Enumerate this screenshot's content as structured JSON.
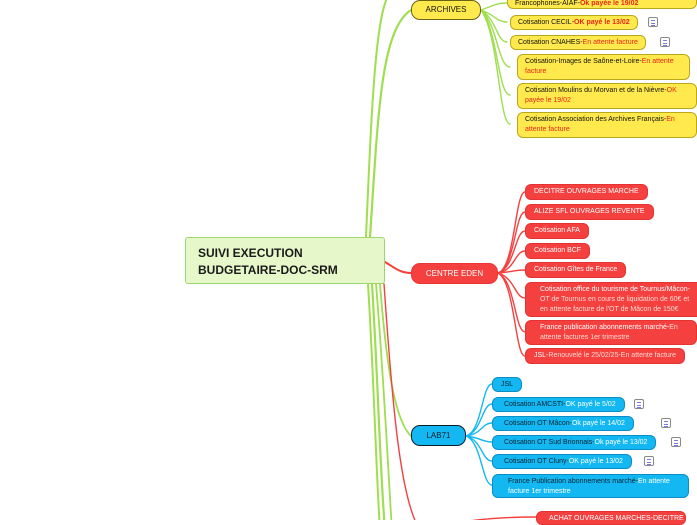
{
  "central_topic": "SUIVI EXECUTION BUDGETAIRE-DOC-SRM",
  "branches": {
    "archives": {
      "label": "ARCHIVES",
      "color": "#ffe94d",
      "items": [
        {
          "text": "Francophones-AIAF-",
          "status": "Ok payée le 19/02"
        },
        {
          "text": "Cotisation CECIL-",
          "status": "OK payé le 13/02"
        },
        {
          "text": "Cotisation CNAHES-",
          "status": "En attente facture"
        },
        {
          "text": "Cotisation-Images de Saône-et-Loire-",
          "status": "En attente facture"
        },
        {
          "text": "Cotisation Moulins du Morvan et de la Nièvre-",
          "status": "OK payée le 19/02"
        },
        {
          "text": "Cotisation Association des Archives Français-",
          "status": "En attente facture"
        }
      ]
    },
    "centre_eden": {
      "label": "CENTRE EDEN",
      "color": "#f4403f",
      "items": [
        {
          "text": "DECITRE OUVRAGES MARCHE"
        },
        {
          "text": "ALIZE SFL OUVRAGES REVENTE"
        },
        {
          "text": "Cotisation AFA"
        },
        {
          "text": "Cotisation BCF"
        },
        {
          "text": "Cotisation Gîtes de France"
        },
        {
          "text": "Cotisation office du tourisme de Tournus/Mâcon-",
          "status": "OT de Tournus en cours de liquidation de 60€ et en attente facture de l'OT de Mâcon de 150€"
        },
        {
          "text": "France publication abonnements marché-",
          "status": "En attente factures 1er trimestre"
        },
        {
          "text": "JSL-",
          "status": "Renouvelé le 25/02/25-En attente facture"
        }
      ]
    },
    "lab71": {
      "label": "LAB71",
      "color": "#13b8f2",
      "items": [
        {
          "text": "JSL"
        },
        {
          "text": "Cotisation AMCSTI-",
          "status": "OK payé le 5/02"
        },
        {
          "text": "Cotisation OT Mâcon-",
          "status": "Ok payé le 14/02"
        },
        {
          "text": "Cotisation OT Sud Brionnais-",
          "status": "Ok payé le 13/02"
        },
        {
          "text": "Cotisation OT Cluny-",
          "status": "OK payé le 13/02"
        },
        {
          "text": "France Publication abonnements marché-",
          "status": "En attente facture 1er trimestre"
        }
      ]
    },
    "next": {
      "items": [
        {
          "text": "ACHAT OUVRAGES MARCHES-DECITRE"
        }
      ]
    }
  }
}
